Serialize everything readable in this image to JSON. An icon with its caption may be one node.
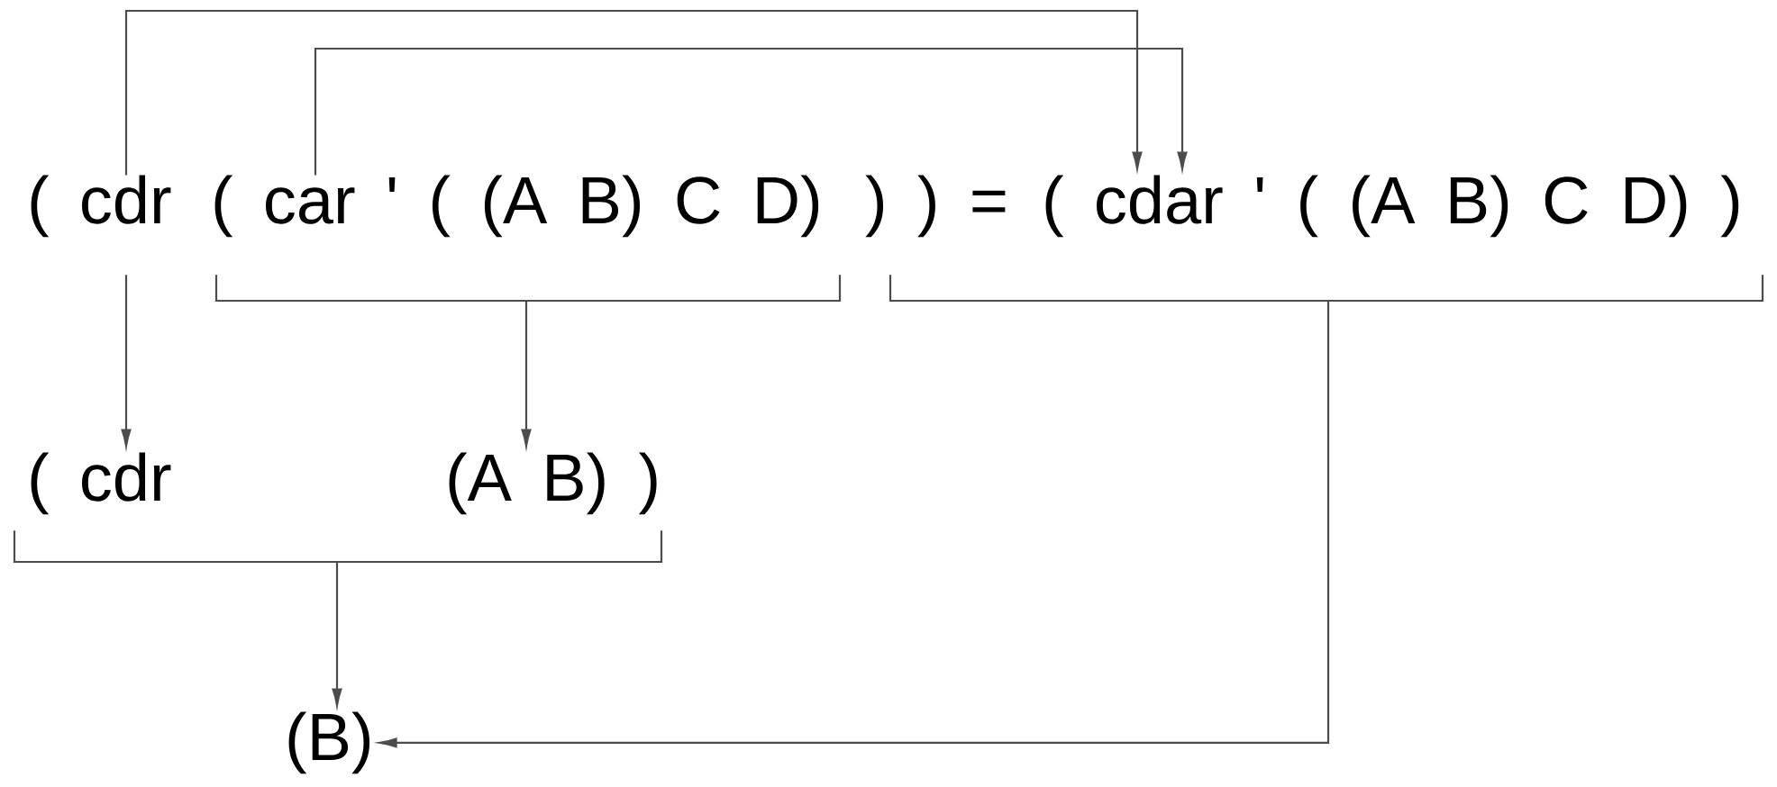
{
  "diagram": {
    "nodes": [
      {
        "text": [
          "( cdr"
        ]
      },
      {
        "text": [
          "( car ' ( (A B) C D)"
        ]
      },
      {
        "text": [
          "( cdar ' ( (A B) C D) )"
        ]
      },
      {
        "text": [
          "( cdr"
        ]
      },
      {
        "text": [
          "(A B) )"
        ]
      },
      {
        "text": [
          "(B)"
        ]
      }
    ],
    "edges": [
      {
        "from": 0,
        "to": 2,
        "arrow": "to"
      },
      {
        "from": 1,
        "to": 2,
        "arrow": "to"
      },
      {
        "from": 0,
        "to": 3,
        "arrow": "to"
      },
      {
        "from": 1,
        "to": 4,
        "arrow": "to"
      },
      {
        "from": 3,
        "to": 5,
        "arrow": "to"
      },
      {
        "from": 4,
        "to": 5,
        "arrow": "to"
      },
      {
        "from": 2,
        "to": 5,
        "arrow": "to"
      }
    ],
    "labels": [
      ") ) ="
    ]
  }
}
